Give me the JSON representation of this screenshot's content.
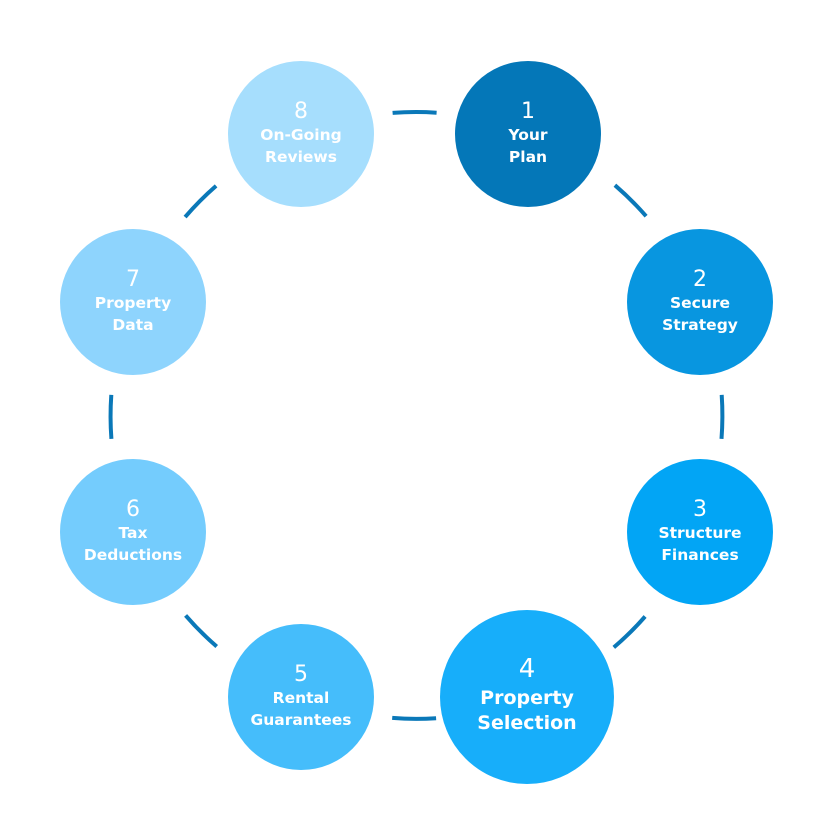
{
  "diagram": {
    "type": "cycle",
    "connector_color": "#0a78b8",
    "text_color": "#ffffff",
    "steps": [
      {
        "number": "1",
        "lines": [
          "Your",
          "Plan"
        ],
        "color": "#0477b8",
        "emphasized": false
      },
      {
        "number": "2",
        "lines": [
          "Secure",
          "Strategy"
        ],
        "color": "#0896e0",
        "emphasized": false
      },
      {
        "number": "3",
        "lines": [
          "Structure",
          "Finances"
        ],
        "color": "#02a5f5",
        "emphasized": false
      },
      {
        "number": "4",
        "lines": [
          "Property",
          "Selection"
        ],
        "color": "#17aefa",
        "emphasized": true
      },
      {
        "number": "5",
        "lines": [
          "Rental",
          "Guarantees"
        ],
        "color": "#45bdfb",
        "emphasized": false
      },
      {
        "number": "6",
        "lines": [
          "Tax",
          "Deductions"
        ],
        "color": "#74ccfd",
        "emphasized": false
      },
      {
        "number": "7",
        "lines": [
          "Property",
          "Data"
        ],
        "color": "#8ed4fd",
        "emphasized": false
      },
      {
        "number": "8",
        "lines": [
          "On-Going",
          "Reviews"
        ],
        "color": "#a6defd",
        "emphasized": false
      }
    ],
    "edges": [
      {
        "from": "1",
        "to": "2"
      },
      {
        "from": "2",
        "to": "3"
      },
      {
        "from": "3",
        "to": "4"
      },
      {
        "from": "4",
        "to": "5"
      },
      {
        "from": "5",
        "to": "6"
      },
      {
        "from": "6",
        "to": "7"
      },
      {
        "from": "7",
        "to": "8"
      },
      {
        "from": "8",
        "to": "1"
      }
    ]
  }
}
